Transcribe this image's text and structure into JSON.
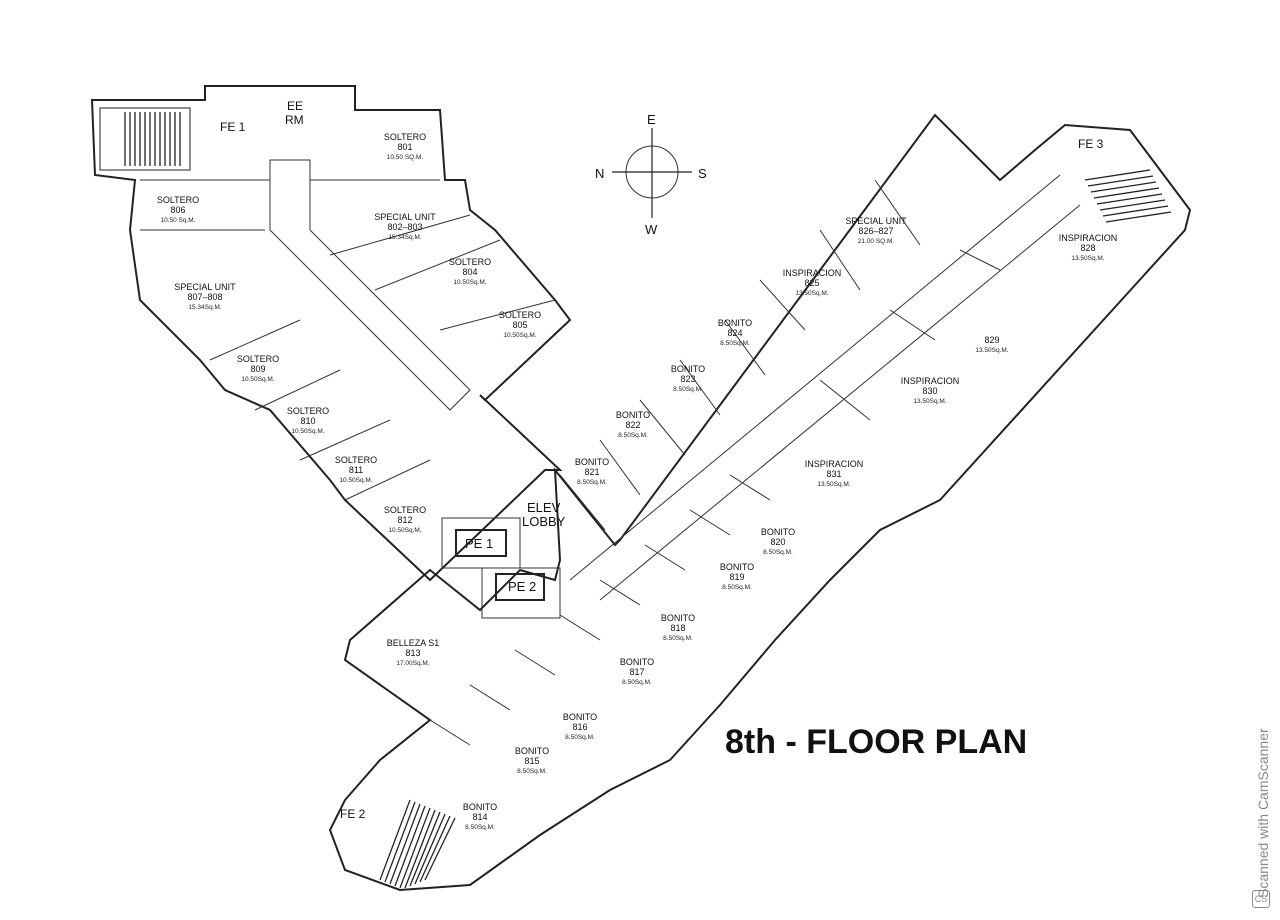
{
  "title": "8th - FLOOR PLAN",
  "compass": {
    "north": "N",
    "south": "S",
    "east": "E",
    "west": "W"
  },
  "watermark": "Scanned with CamScanner",
  "watermark_icon": "camscanner-logo-icon",
  "labels": {
    "fe1": "FE 1",
    "fe2": "FE 2",
    "fe3": "FE 3",
    "ee_line1": "EE",
    "ee_line2": "RM",
    "elev_line1": "ELEV",
    "elev_line2": "LOBBY",
    "pe1": "PE 1",
    "pe2": "PE 2"
  },
  "units": [
    {
      "id": "801",
      "name": "SOLTERO",
      "number": "801",
      "area": "10.50 SQ.M."
    },
    {
      "id": "802",
      "name": "SPECIAL UNIT",
      "number": "802–803",
      "area": "15.34Sq.M."
    },
    {
      "id": "804",
      "name": "SOLTERO",
      "number": "804",
      "area": "10.50Sq.M."
    },
    {
      "id": "805",
      "name": "SOLTERO",
      "number": "805",
      "area": "10.50Sq.M."
    },
    {
      "id": "806",
      "name": "SOLTERO",
      "number": "806",
      "area": "10.50 Sq.M."
    },
    {
      "id": "807",
      "name": "SPECIAL UNIT",
      "number": "807–808",
      "area": "15.34Sq.M."
    },
    {
      "id": "809",
      "name": "SOLTERO",
      "number": "809",
      "area": "10.50Sq.M."
    },
    {
      "id": "810",
      "name": "SOLTERO",
      "number": "810",
      "area": "10.50Sq.M."
    },
    {
      "id": "811",
      "name": "SOLTERO",
      "number": "811",
      "area": "10.50Sq.M."
    },
    {
      "id": "812",
      "name": "SOLTERO",
      "number": "812",
      "area": "10.50Sq.M."
    },
    {
      "id": "813",
      "name": "BELLEZA S1",
      "number": "813",
      "area": "17.00Sq.M."
    },
    {
      "id": "814",
      "name": "BONITO",
      "number": "814",
      "area": "8.50Sq.M."
    },
    {
      "id": "815",
      "name": "BONITO",
      "number": "815",
      "area": "8.50Sq.M."
    },
    {
      "id": "816",
      "name": "BONITO",
      "number": "816",
      "area": "8.50Sq.M."
    },
    {
      "id": "817",
      "name": "BONITO",
      "number": "817",
      "area": "8.50Sq.M."
    },
    {
      "id": "818",
      "name": "BONITO",
      "number": "818",
      "area": "8.50Sq.M."
    },
    {
      "id": "819",
      "name": "BONITO",
      "number": "819",
      "area": "8.50Sq.M."
    },
    {
      "id": "820",
      "name": "BONITO",
      "number": "820",
      "area": "8.50Sq.M."
    },
    {
      "id": "821",
      "name": "BONITO",
      "number": "821",
      "area": "8.50Sq.M."
    },
    {
      "id": "822",
      "name": "BONITO",
      "number": "822",
      "area": "8.50Sq.M."
    },
    {
      "id": "823",
      "name": "BONITO",
      "number": "823",
      "area": "8.50Sq.M."
    },
    {
      "id": "824",
      "name": "BONITO",
      "number": "824",
      "area": "8.50Sq.M."
    },
    {
      "id": "825",
      "name": "INSPIRACION",
      "number": "825",
      "area": "13.50Sq.M."
    },
    {
      "id": "826",
      "name": "SPECIAL UNIT",
      "number": "826–827",
      "area": "21.00 SQ.M."
    },
    {
      "id": "828",
      "name": "INSPIRACION",
      "number": "828",
      "area": "13.50Sq.M."
    },
    {
      "id": "829",
      "name": "",
      "number": "829",
      "area": "13.50Sq.M."
    },
    {
      "id": "830",
      "name": "INSPIRACION",
      "number": "830",
      "area": "13.50Sq.M."
    },
    {
      "id": "831",
      "name": "INSPIRACION",
      "number": "831",
      "area": "13.50Sq.M."
    }
  ]
}
